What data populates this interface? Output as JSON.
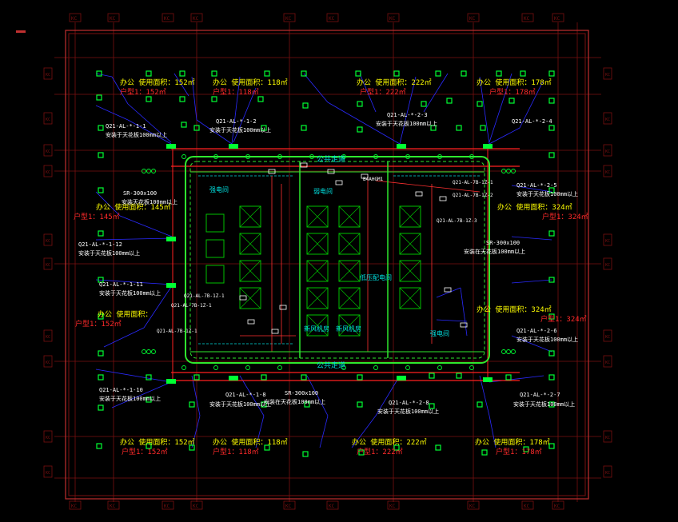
{
  "colors": {
    "background": "#000000",
    "grid": "#7a1010",
    "wall": "#c03030",
    "core_outline": "#2ee82e",
    "device": "#00ff33",
    "wire": "#2a2aff",
    "label": "#ffff00",
    "label_white": "#ffffff",
    "label_red": "#ff2a2a",
    "label_cyan": "#33d0ff",
    "duct": "#00e0e0",
    "elevator": "#00c000"
  },
  "grid_bubble_text": "KC",
  "zones": [
    {
      "id": "z1",
      "title": "办公 使用面积：152㎡",
      "sub": "户型1：152㎡",
      "box": "Q21-AL-*-1-1",
      "note": "安装于天花板100mm以上"
    },
    {
      "id": "z2",
      "title": "办公 使用面积：118㎡",
      "sub": "户型1：118㎡",
      "box": "Q21-AL-*-1-2",
      "note": "安装于天花板100mm以上"
    },
    {
      "id": "z3",
      "title": "办公 使用面积：222㎡",
      "sub": "户型1：222㎡",
      "box": "Q21-AL-*-2-3",
      "note": "安装于天花板100mm以上"
    },
    {
      "id": "z4",
      "title": "办公 使用面积：178㎡",
      "sub": "户型1：178㎡",
      "box": "Q21-AL-*-2-4",
      "note": ""
    },
    {
      "id": "z5",
      "title": "办公 使用面积：145㎡",
      "sub": "户型1：145㎡",
      "box": "Q21-AL-*-1-12",
      "note": "安装于天花板100mm以上"
    },
    {
      "id": "z6",
      "title": "",
      "sub": "",
      "box": "Q21-AL-*-1-11",
      "note": "安装于天花板100mm以上"
    },
    {
      "id": "z7",
      "title": "办公 使用面积：324㎡",
      "sub": "户型1：324㎡",
      "box": "Q21-AL-*-2-5",
      "note": "安装于天花板100mm以上"
    },
    {
      "id": "z8",
      "title": "办公 使用面积：324㎡",
      "sub": "户型1：324㎡",
      "box": "Q21-AL-*-2-6",
      "note": "安装于天花板100mm以上"
    },
    {
      "id": "z9",
      "title": "",
      "sub": "",
      "box": "Q21-AL-*-1-10",
      "note": "安装于天花板100mm以上"
    },
    {
      "id": "z10",
      "title": "",
      "sub": "",
      "box": "Q21-AL-*-1-8",
      "note": "安装于天花板100mm以上"
    },
    {
      "id": "z11",
      "title": "",
      "sub": "",
      "box": "Q21-AL-*-2-8",
      "note": "安装于天花板100mm以上"
    },
    {
      "id": "z12",
      "title": "",
      "sub": "",
      "box": "Q21-AL-*-2-7",
      "note": "安装于天花板100mm以上"
    },
    {
      "id": "z13",
      "title": "办公 使用面积：152㎡",
      "sub": "户型1：152㎡"
    },
    {
      "id": "z14",
      "title": "办公 使用面积：118㎡",
      "sub": "户型1：118㎡"
    },
    {
      "id": "z15",
      "title": "办公 使用面积：222㎡",
      "sub": "户型1：222㎡"
    },
    {
      "id": "z16",
      "title": "办公 使用面积：178㎡",
      "sub": "户型1：178㎡"
    },
    {
      "id": "z17",
      "title": "办公 使用面积：",
      "sub": "户型1：152㎡"
    }
  ],
  "core_labels": {
    "corridor_top": "公共走道",
    "corridor_bottom": "公共走道",
    "sr1": "SR-300x100",
    "sr1_note": "安装天花板100mm以上",
    "sr2": "SR-300x100",
    "sr2_note": "安装在天花板100mm以上",
    "sr3": "SR-300x100",
    "sr3_note": "安装在天花板100mm以上",
    "cable_top": "Q21-AL-7B-1Z-1",
    "cable_mid1": "Q21-AL-7B-1Z-2",
    "cable_mid2": "Q21-AL-7B-1Z-3",
    "cable_left1": "Q21-AL-7B-1Z-1",
    "cable_left2": "Q21-AL-7B-1Z-1",
    "cable_left3": "Q21-AL-7B-1Z-1",
    "shaft1": "强电间",
    "shaft2": "弱电间",
    "shaft3": "新风机房",
    "shaft4": "新风机房",
    "shaft5": "低压配电间",
    "shaft6": "强电间",
    "room_tag": "B4AHGM1"
  }
}
